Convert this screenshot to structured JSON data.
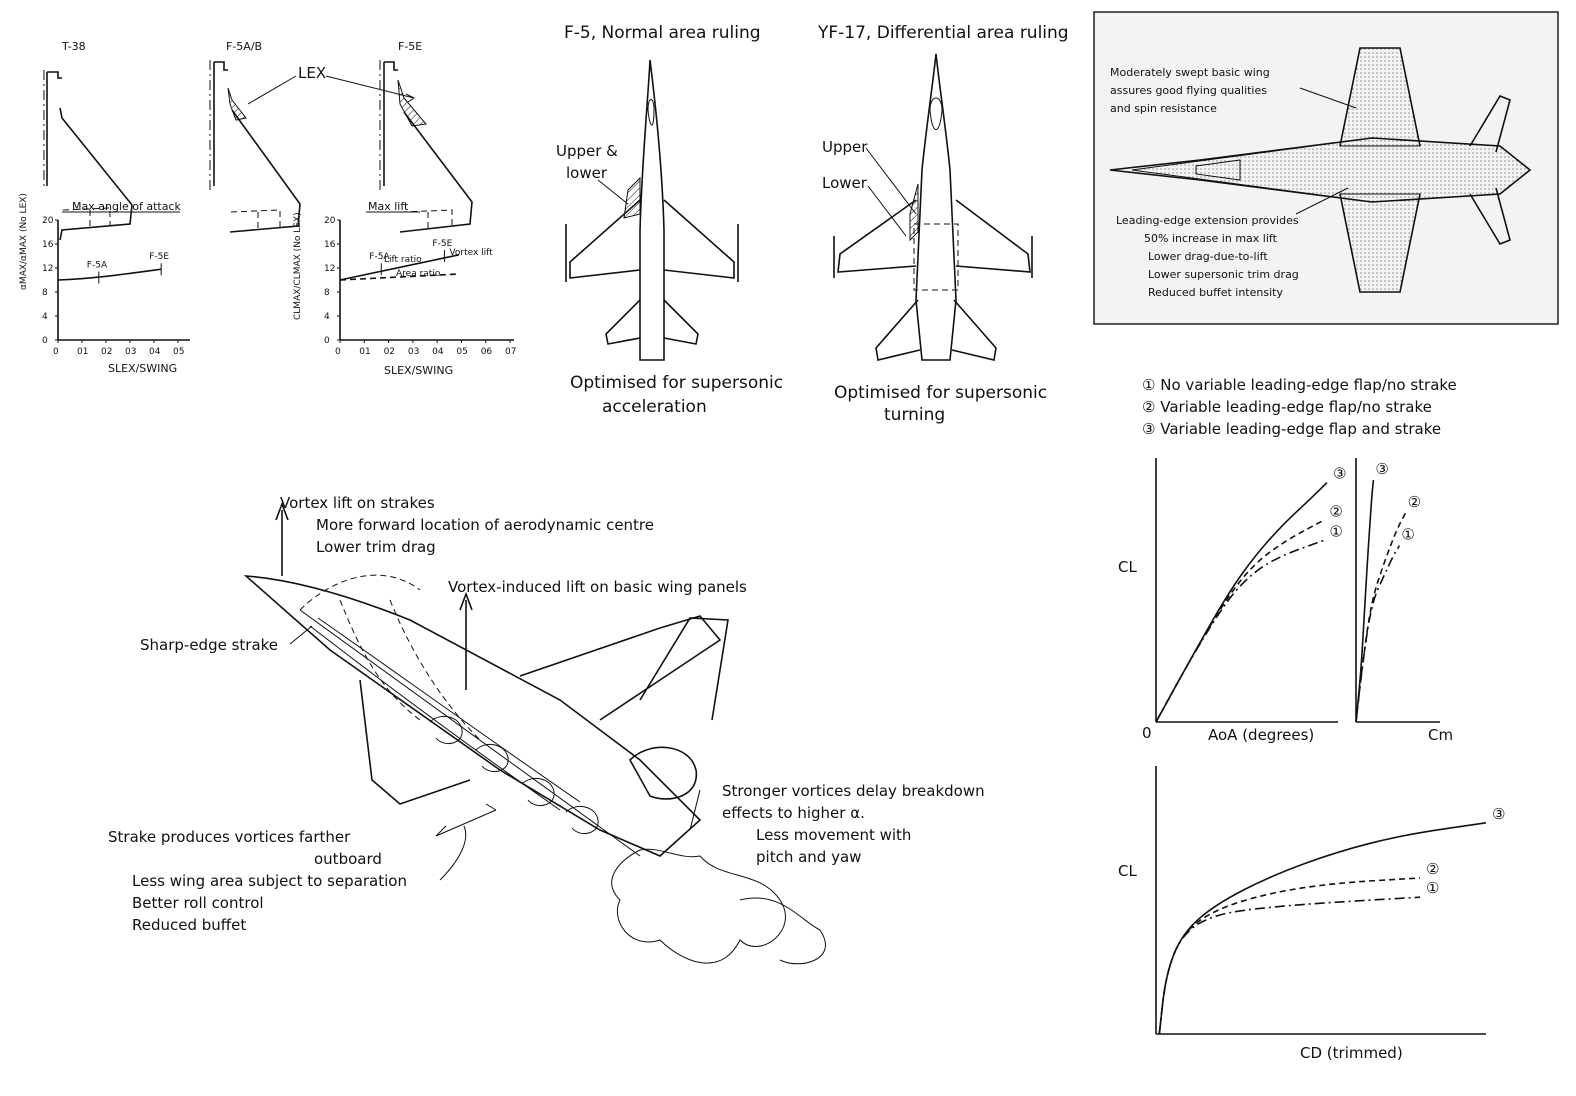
{
  "planforms": {
    "t38": "T-38",
    "f5ab": "F-5A/B",
    "f5e": "F-5E",
    "lex": "LEX"
  },
  "chart_data": [
    {
      "type": "line",
      "title": "Max angle of attack",
      "ylabel_main": "α",
      "ylabel_rest": "MAX/αMAX (No LEX)",
      "xlabel": "SLEX/SWING",
      "xlim": [
        0,
        0.05
      ],
      "ylim": [
        0,
        2.0
      ],
      "xticks": [
        "0",
        "01",
        "02",
        "03",
        "04",
        "05"
      ],
      "yticks": [
        "0",
        "4",
        "8",
        "12",
        "16",
        "20"
      ],
      "series": [
        {
          "x": [
            0,
            0.01,
            0.02,
            0.03,
            0.043
          ],
          "y": [
            1.0,
            1.02,
            1.06,
            1.11,
            1.18
          ]
        }
      ],
      "annotations": [
        {
          "text": "F-5A",
          "x": 0.017,
          "y": 1.04
        },
        {
          "text": "F-5E",
          "x": 0.043,
          "y": 1.18
        }
      ]
    },
    {
      "type": "line",
      "title": "Max lift",
      "ylabel_main": "CL",
      "ylabel_rest": "MAX/CLMAX (No LEX)",
      "xlabel": "SLEX/SWING",
      "xlim": [
        0,
        0.07
      ],
      "ylim": [
        0,
        2.0
      ],
      "xticks": [
        "0",
        "01",
        "02",
        "03",
        "04",
        "05",
        "06",
        "07"
      ],
      "yticks": [
        "0",
        "4",
        "8",
        "12",
        "16",
        "20"
      ],
      "series": [
        {
          "name": "Lift ratio",
          "x": [
            0,
            0.049
          ],
          "y": [
            1.0,
            1.42
          ]
        },
        {
          "name": "Area ratio",
          "x": [
            0,
            0.049
          ],
          "y": [
            1.0,
            1.1
          ]
        }
      ],
      "annotations": [
        {
          "text": "F-5A",
          "x": 0.017,
          "y": 1.18
        },
        {
          "text": "F-5E",
          "x": 0.043,
          "y": 1.4
        },
        {
          "text": "Vortex lift",
          "x": 0.05,
          "y": 1.25
        }
      ]
    },
    {
      "type": "line",
      "xlabel": "AoA (degrees)",
      "ylabel": "CL",
      "xlim": [
        0,
        100
      ],
      "ylim": [
        0,
        100
      ],
      "origin_label": "0",
      "series": [
        {
          "label": "③",
          "style": "solid",
          "x": [
            0,
            20,
            40,
            55,
            70,
            85,
            95
          ],
          "y": [
            0,
            26,
            51,
            66,
            78,
            88,
            95
          ]
        },
        {
          "label": "②",
          "style": "dashed",
          "x": [
            0,
            20,
            40,
            55,
            70,
            85,
            93
          ],
          "y": [
            0,
            26,
            50,
            63,
            71,
            77,
            80
          ]
        },
        {
          "label": "①",
          "style": "dash-dot",
          "x": [
            0,
            20,
            40,
            55,
            70,
            85,
            93
          ],
          "y": [
            0,
            26,
            49,
            60,
            66,
            70,
            72
          ]
        }
      ]
    },
    {
      "type": "line",
      "xlabel": "Cm",
      "xlim": [
        0,
        100
      ],
      "ylim": [
        0,
        100
      ],
      "series": [
        {
          "label": "③",
          "style": "solid",
          "x": [
            0,
            8,
            14,
            20,
            25,
            28
          ],
          "y": [
            0,
            20,
            45,
            70,
            88,
            96
          ]
        },
        {
          "label": "②",
          "style": "dashed",
          "x": [
            0,
            10,
            25,
            45,
            65,
            80
          ],
          "y": [
            0,
            22,
            48,
            63,
            76,
            83
          ]
        },
        {
          "label": "①",
          "style": "dash-dot",
          "x": [
            0,
            10,
            25,
            45,
            60,
            70
          ],
          "y": [
            0,
            22,
            47,
            58,
            66,
            70
          ]
        }
      ]
    },
    {
      "type": "line",
      "xlabel": "CD (trimmed)",
      "ylabel": "CL",
      "xlim": [
        0,
        100
      ],
      "ylim": [
        0,
        100
      ],
      "series": [
        {
          "label": "③",
          "style": "solid",
          "x": [
            1,
            3,
            8,
            18,
            35,
            55,
            75,
            100
          ],
          "y": [
            0,
            25,
            42,
            54,
            66,
            76,
            83,
            88
          ]
        },
        {
          "label": "②",
          "style": "dashed",
          "x": [
            1,
            3,
            8,
            18,
            35,
            55,
            80
          ],
          "y": [
            0,
            25,
            42,
            52,
            59,
            63,
            65
          ]
        },
        {
          "label": "①",
          "style": "dash-dot",
          "x": [
            1,
            3,
            8,
            18,
            35,
            55,
            80
          ],
          "y": [
            0,
            25,
            42,
            50,
            53,
            55,
            57
          ]
        }
      ]
    }
  ],
  "f5": {
    "title": "F-5, Normal area ruling",
    "upper_lower": [
      "Upper &",
      "lower"
    ],
    "caption": [
      "Optimised for supersonic",
      "acceleration"
    ]
  },
  "yf17": {
    "title": "YF-17, Differential area ruling",
    "upper": "Upper",
    "lower": "Lower",
    "caption": [
      "Optimised for supersonic",
      "turning"
    ]
  },
  "f18_box": {
    "note1": [
      "Moderately swept basic wing",
      "assures good flying qualities",
      "and spin resistance"
    ],
    "note2": [
      "Leading-edge extension provides",
      "50% increase in max lift",
      "Lower drag-due-to-lift",
      "Lower supersonic trim drag",
      "Reduced buffet intensity"
    ]
  },
  "legend": [
    {
      "num": "①",
      "text": "No variable leading-edge flap/no strake"
    },
    {
      "num": "②",
      "text": "Variable leading-edge flap/no strake"
    },
    {
      "num": "③",
      "text": "Variable leading-edge flap and strake"
    }
  ],
  "strake": {
    "vortex_lift": [
      "Vortex lift on strakes",
      "More forward location of aerodynamic centre",
      "Lower trim drag"
    ],
    "vortex_induced": "Vortex-induced lift on basic wing panels",
    "sharp_edge": "Sharp-edge strake",
    "stronger": [
      "Stronger vortices delay breakdown",
      "effects to higher α.",
      "Less movement with",
      "pitch and yaw"
    ],
    "outboard": [
      "Strake produces vortices farther",
      "outboard",
      "Less wing area subject to separation",
      "Better roll control",
      "Reduced buffet"
    ]
  }
}
